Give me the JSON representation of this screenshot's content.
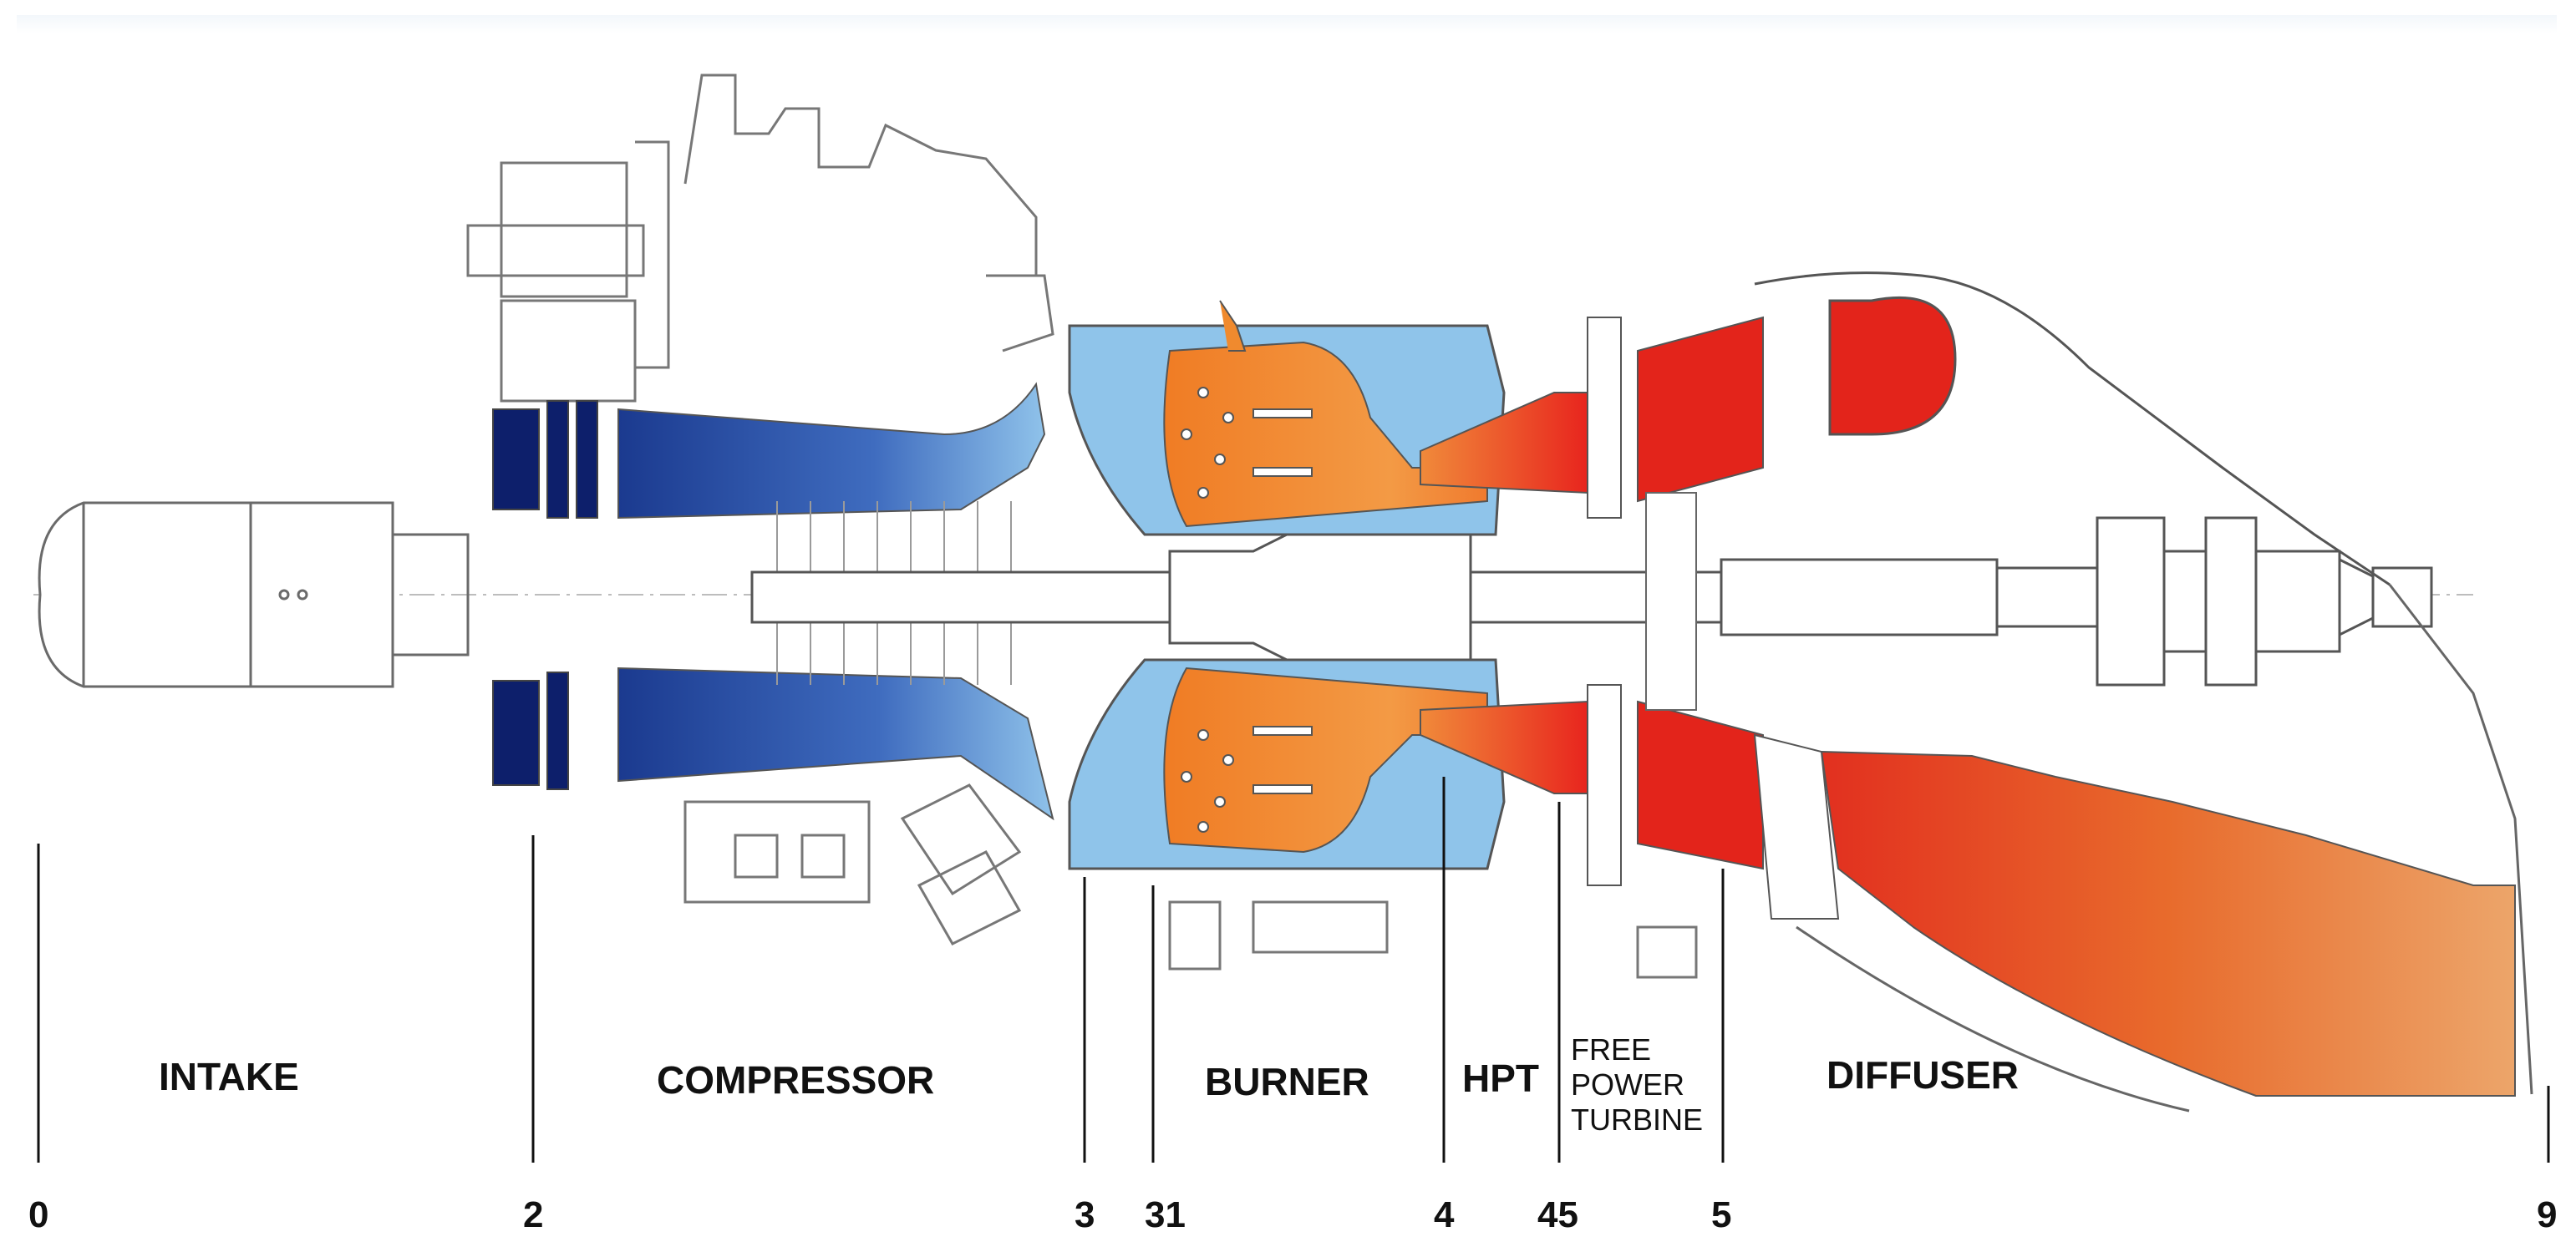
{
  "sections": {
    "intake": "INTAKE",
    "compressor": "COMPRESSOR",
    "burner": "BURNER",
    "hpt": "HPT",
    "free_power_turbine": [
      "FREE",
      "POWER",
      "TURBINE"
    ],
    "diffuser": "DIFFUSER"
  },
  "stations": [
    "0",
    "2",
    "3",
    "31",
    "4",
    "45",
    "5",
    "9"
  ],
  "colors": {
    "compressor_blue": "#1e3f93",
    "casing_light_blue": "#8fc4ea",
    "burner_orange": "#f08a2e",
    "turbine_red": "#e3241b",
    "diffuser_orange": "#e8732e",
    "outline": "#6a6a6a"
  }
}
